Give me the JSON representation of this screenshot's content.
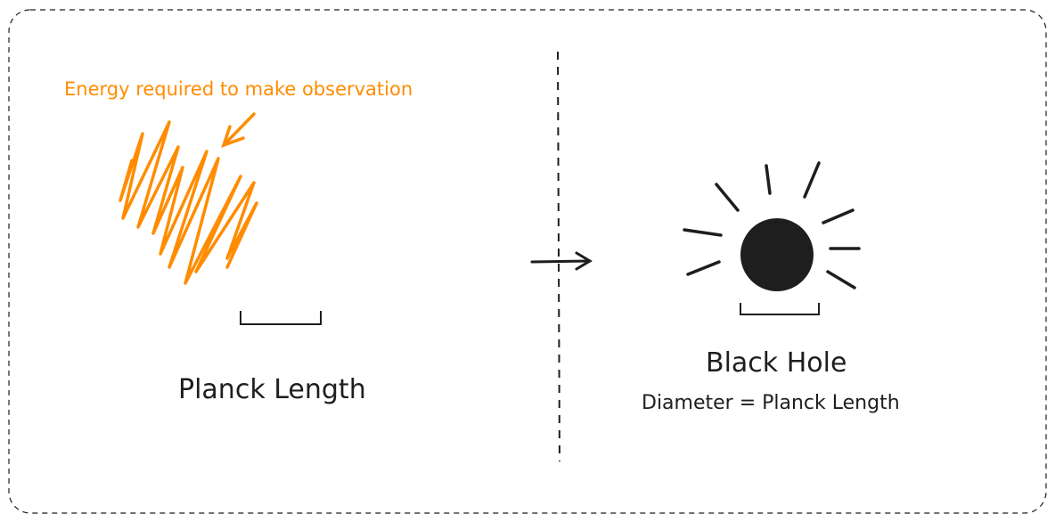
{
  "colors": {
    "accent": "#ff8c00",
    "ink": "#1e1e1e"
  },
  "left": {
    "annotation": "Energy required to make observation",
    "label": "Planck Length"
  },
  "right": {
    "title": "Black Hole",
    "subtitle": "Diameter = Planck Length"
  }
}
